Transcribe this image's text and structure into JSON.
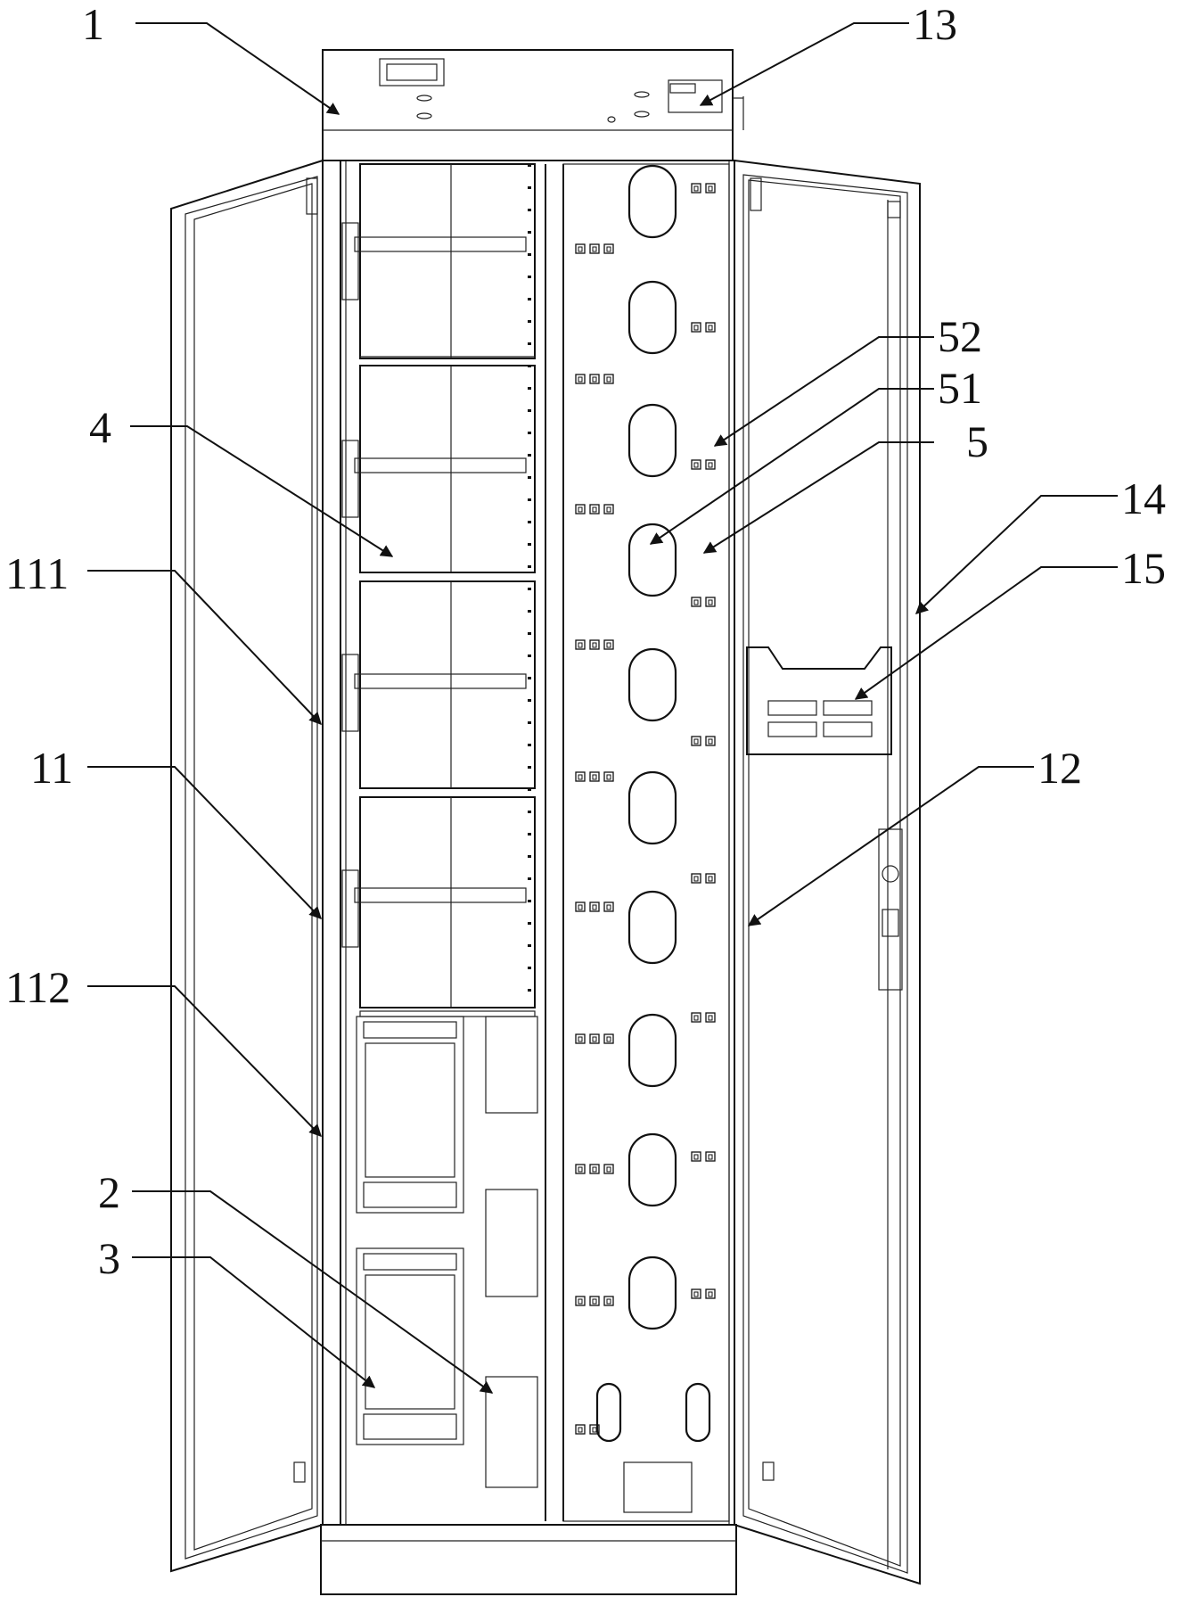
{
  "figure": {
    "labels": [
      {
        "id": "lbl-1",
        "text": "1",
        "part": "cabinet top assembly"
      },
      {
        "id": "lbl-13",
        "text": "13",
        "part": "top panel window"
      },
      {
        "id": "lbl-52",
        "text": "52",
        "part": "panel clip"
      },
      {
        "id": "lbl-51",
        "text": "51",
        "part": "cable pass-through hole"
      },
      {
        "id": "lbl-5",
        "text": "5",
        "part": "cable management panel"
      },
      {
        "id": "lbl-4",
        "text": "4",
        "part": "splice tray unit"
      },
      {
        "id": "lbl-14",
        "text": "14",
        "part": "right door"
      },
      {
        "id": "lbl-15",
        "text": "15",
        "part": "document holder"
      },
      {
        "id": "lbl-111",
        "text": "111",
        "part": "left door frame"
      },
      {
        "id": "lbl-11",
        "text": "11",
        "part": "left door"
      },
      {
        "id": "lbl-12",
        "text": "12",
        "part": "right door inner edge"
      },
      {
        "id": "lbl-112",
        "text": "112",
        "part": "left door lower edge"
      },
      {
        "id": "lbl-2",
        "text": "2",
        "part": "fiber splice module"
      },
      {
        "id": "lbl-3",
        "text": "3",
        "part": "fiber splice module"
      }
    ]
  }
}
